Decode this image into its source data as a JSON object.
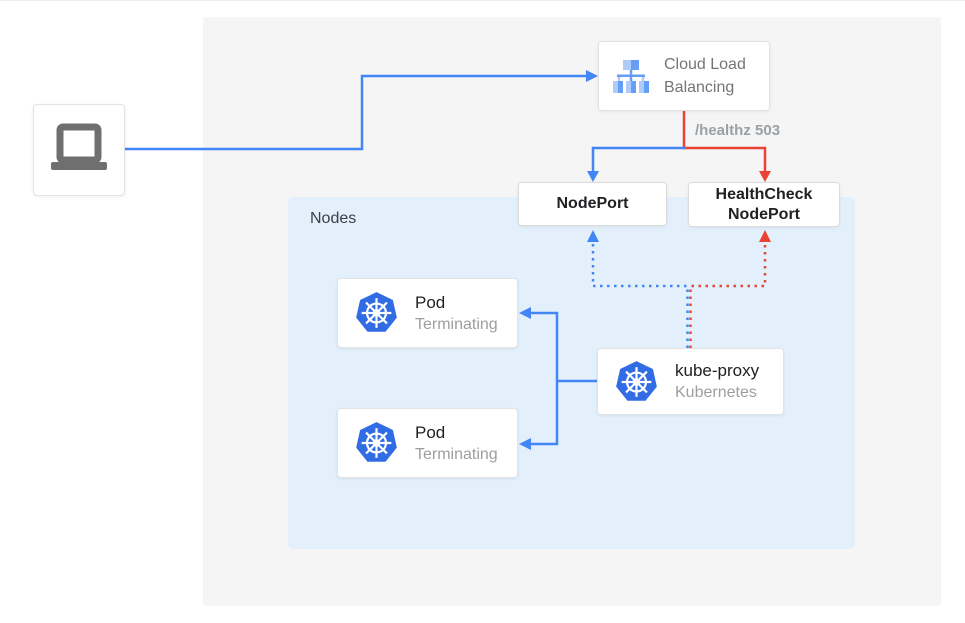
{
  "diagram": {
    "client": {
      "icon": "laptop-icon"
    },
    "cloud_load_balancing": {
      "label": "Cloud Load Balancing",
      "icon": "cloud-load-balancer-icon"
    },
    "healthz_badge": "/healthz 503",
    "nodeport": {
      "label": "NodePort"
    },
    "healthcheck_nodeport": {
      "label_line1": "HealthCheck",
      "label_line2": "NodePort"
    },
    "nodes_group": {
      "label": "Nodes"
    },
    "pods": [
      {
        "title": "Pod",
        "subtitle": "Terminating",
        "icon": "kubernetes-icon"
      },
      {
        "title": "Pod",
        "subtitle": "Terminating",
        "icon": "kubernetes-icon"
      }
    ],
    "kube_proxy": {
      "title": "kube-proxy",
      "subtitle": "Kubernetes",
      "icon": "kubernetes-icon"
    },
    "colors": {
      "traffic_blue": "#4285F4",
      "failure_red": "#EA4335",
      "kubernetes_blue": "#326CE5",
      "nodes_background": "#E3F0FC",
      "panel_background": "#F5F5F5"
    }
  }
}
